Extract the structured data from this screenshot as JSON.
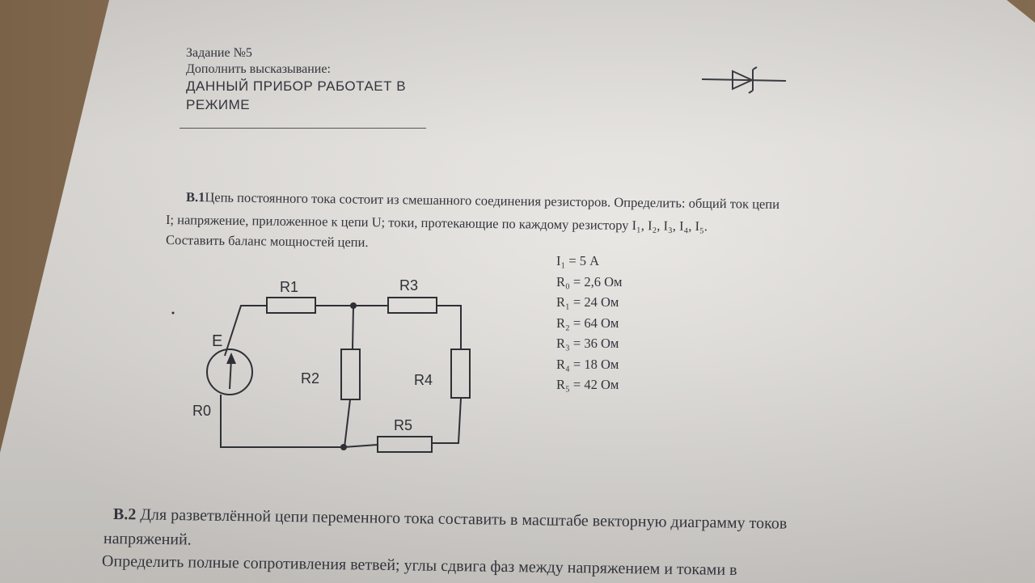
{
  "task5": {
    "title": "Задание №5",
    "instruction": "Дополнить высказывание:",
    "statement_line1": "ДАННЫЙ ПРИБОР РАБОТАЕТ В",
    "statement_line2": "РЕЖИМЕ"
  },
  "b1": {
    "number": "В.1",
    "line1": "Цепь постоянного тока состоит из смешанного соединения резисторов. Определить: общий ток цепи",
    "line2": "I; напряжение, приложенное к цепи U; токи, протекающие по каждому резистору I₁, I₂, I₃, I₄, I₅.",
    "line3": "Составить баланс мощностей цепи."
  },
  "given": [
    "I₁ = 5 А",
    "R₀ = 2,6 Ом",
    "R₁ = 24 Ом",
    "R₂ = 64 Ом",
    "R₃ = 36 Ом",
    "R₄ = 18 Ом",
    "R₅ = 42 Ом"
  ],
  "circuit": {
    "labels": {
      "r1": "R1",
      "r2": "R2",
      "r3": "R3",
      "r4": "R4",
      "r5": "R5",
      "e": "E",
      "r0": "R0"
    }
  },
  "b2": {
    "number": "В.2",
    "line1": "Для разветвлённой цепи переменного тока составить в масштабе векторную диаграмму токов",
    "line2": "напряжений.",
    "line3": "Определить полные сопротивления ветвей; углы сдвига фаз между напряжением и токами в"
  },
  "colors": {
    "ink": "#33343c",
    "paper": "#e0ddd9"
  }
}
